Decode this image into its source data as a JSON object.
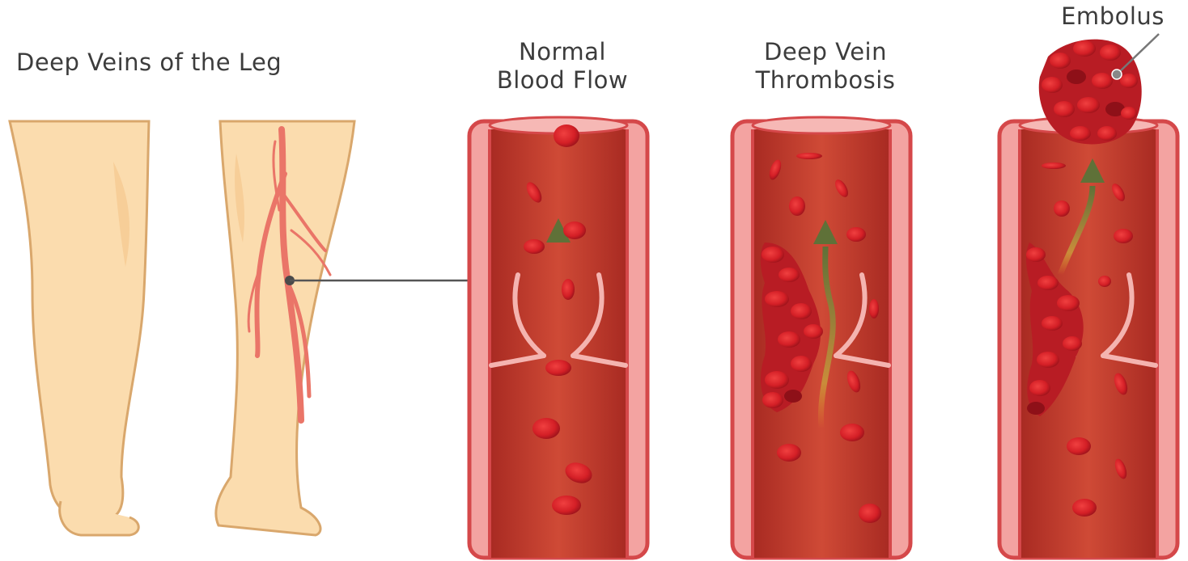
{
  "labels": {
    "legs": "Deep Veins of the Leg",
    "normal_line1": "Normal",
    "normal_line2": "Blood Flow",
    "dvt_line1": "Deep Vein",
    "dvt_line2": "Thrombosis",
    "embolus": "Embolus"
  },
  "colors": {
    "skin": "#fbdcae",
    "skin_outline": "#d9a76c",
    "vein_wall": "#f3a3a1",
    "vein_lumen": "#c83a2e",
    "blood_cell": "#d8242a",
    "flow_arrow": "#6b7a3a",
    "leader_line": "#555555"
  }
}
